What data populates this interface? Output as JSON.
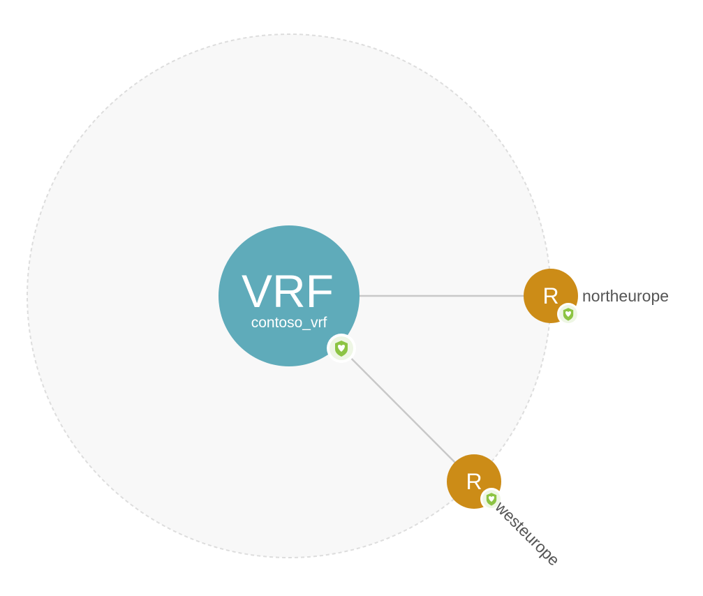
{
  "hub": {
    "title": "VRF",
    "name": "contoso_vrf",
    "color": "#5fabba",
    "health_icon": "shield-heart-icon"
  },
  "regions": [
    {
      "letter": "R",
      "name": "northeurope",
      "color": "#cc8c17",
      "health_icon": "shield-heart-icon"
    },
    {
      "letter": "R",
      "name": "westeurope",
      "color": "#cc8c17",
      "health_icon": "shield-heart-icon"
    }
  ],
  "colors": {
    "health": "#8cc443",
    "link": "#c8c8c8",
    "boundary_fill": "#f8f8f8",
    "boundary_stroke": "#dddddd"
  }
}
